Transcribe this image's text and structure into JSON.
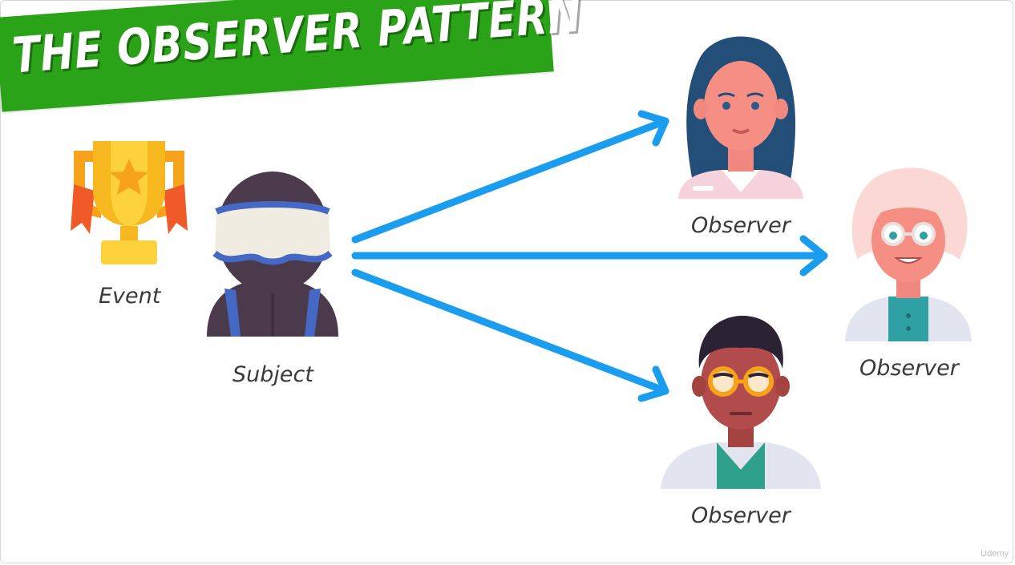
{
  "title": "THE OBSERVER PATTERN",
  "nodes": {
    "event": {
      "label": "Event"
    },
    "subject": {
      "label": "Subject"
    },
    "observer_top": {
      "label": "Observer"
    },
    "observer_right": {
      "label": "Observer"
    },
    "observer_bottom": {
      "label": "Observer"
    }
  },
  "edges": [
    {
      "from": "subject",
      "to": "observer_top"
    },
    {
      "from": "subject",
      "to": "observer_right"
    },
    {
      "from": "subject",
      "to": "observer_bottom"
    }
  ],
  "colors": {
    "banner": "#2aa318",
    "arrow": "#1a9cef",
    "label": "#3a3a3a"
  },
  "icons": {
    "event": "trophy-icon",
    "subject": "hooded-person-icon",
    "observer_top": "woman-avatar-icon",
    "observer_right": "elderly-doctor-avatar-icon",
    "observer_bottom": "man-glasses-avatar-icon"
  },
  "watermark": "Udemy"
}
